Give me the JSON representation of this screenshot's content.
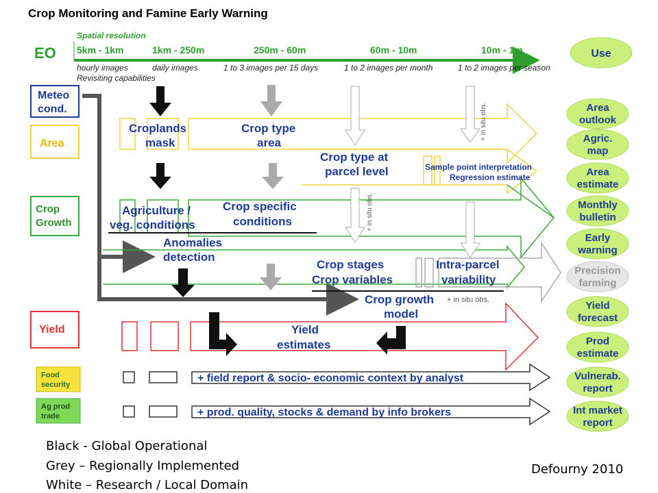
{
  "title": "Crop Monitoring  and Famine Early Warning",
  "eo": {
    "label": "EO",
    "spatial_label": "Spatial resolution",
    "resolutions": [
      "5km - 1km",
      "1km - 250m",
      "250m - 60m",
      "60m - 10m",
      "10m - 1m"
    ],
    "revisits": [
      "hourly images",
      "daily images",
      "1 to 3 images per 15 days",
      "1 to 2 images per month",
      "1 to 2 images per season"
    ],
    "revisit_caption": "Revisiting capabilities"
  },
  "left_labels": {
    "meteo": [
      "Meteo",
      "cond."
    ],
    "area": "Area",
    "crop_growth": [
      "Crop",
      "Growth"
    ],
    "yield": "Yield",
    "food_security": [
      "Food",
      "security"
    ],
    "ag_prod_trade": [
      "Ag prod",
      "trade"
    ]
  },
  "process_labels": {
    "croplands_mask": [
      "Croplands",
      "mask"
    ],
    "crop_type_area": [
      "Crop type",
      "area"
    ],
    "crop_type_parcel": [
      "Crop type at",
      "parcel level"
    ],
    "sample_point": [
      "Sample point interpretation",
      "Regression estimate"
    ],
    "agriculture_veg": [
      "Agriculture /",
      "veg. conditions"
    ],
    "crop_specific": [
      "Crop specific",
      "conditions"
    ],
    "anomalies": [
      "Anomalies",
      "detection"
    ],
    "crop_stages": [
      "Crop stages",
      "Crop variables"
    ],
    "intra_parcel": [
      "Intra-parcel",
      "variability"
    ],
    "crop_growth_model": [
      "Crop growth",
      "model"
    ],
    "yield_estimates": [
      "Yield",
      "estimates"
    ],
    "field_report": "+ field report & socio- economic context by analyst",
    "prod_quality": "+ prod. quality, stocks & demand by info brokers",
    "in_situ": "+ in situ obs.",
    "in_situ_vertical_1": "+ in situ obs.",
    "in_situ_vertical_2": "+ in situ obs."
  },
  "outputs": {
    "use": "Use",
    "items": [
      [
        "Area",
        "outlook"
      ],
      [
        "Agric.",
        "map"
      ],
      [
        "Area",
        "estimate"
      ],
      [
        "Monthly",
        "bulletin"
      ],
      [
        "Early",
        "warning"
      ],
      [
        "Precision",
        "farming"
      ],
      [
        "Yield",
        "forecast"
      ],
      [
        "Prod",
        "estimate"
      ],
      [
        "Vulnerab.",
        "report"
      ],
      [
        "Int market",
        "report"
      ]
    ]
  },
  "legend": [
    "Black  - Global Operational",
    "Grey – Regionally Implemented",
    "White – Research / Local Domain"
  ],
  "credit": "Defourny  2010",
  "colors": {
    "eo_green": "#2e9e2e",
    "meteo_blue": "#1f3a93",
    "area_yellow": "#f2d13a",
    "growth_green": "#3aa83a",
    "yield_red": "#e03030",
    "output_green": "#c8f07a",
    "output_grey": "#e6e6e6",
    "food_fill": "#f5e23a"
  }
}
